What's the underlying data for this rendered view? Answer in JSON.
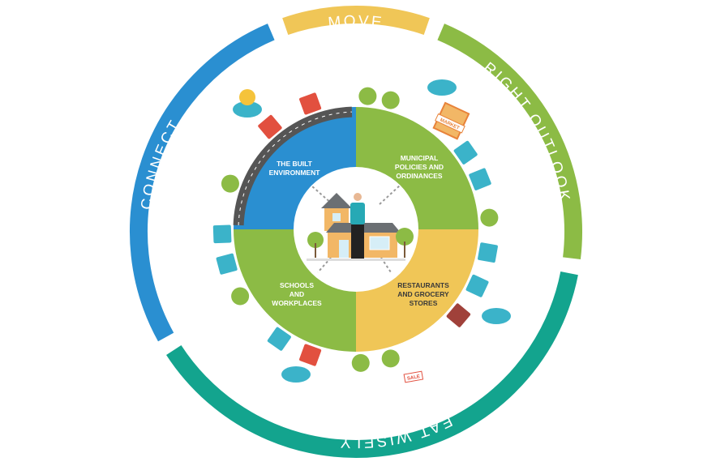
{
  "outer_ring": [
    {
      "label": "MOVE",
      "color": "#f0c657"
    },
    {
      "label": "RIGHT OUTLOOK",
      "color": "#8cbb45"
    },
    {
      "label": "EAT WISELY",
      "color": "#13a48e"
    },
    {
      "label": "CONNECT",
      "color": "#2a8fd1"
    }
  ],
  "quadrants": [
    {
      "lines": [
        "THE BUILT",
        "ENVIRONMENT"
      ],
      "color": "#2a8fd1"
    },
    {
      "lines": [
        "MUNICIPAL",
        "POLICIES AND",
        "ORDINANCES"
      ],
      "color": "#8cbb45"
    },
    {
      "lines": [
        "RESTAURANTS",
        "AND GROCERY",
        "STORES"
      ],
      "color": "#f0c657"
    },
    {
      "lines": [
        "SCHOOLS",
        "AND",
        "WORKPLACES"
      ],
      "color": "#8cbb45"
    }
  ],
  "market_sign": "MARKET",
  "sale_sign": "SALE"
}
